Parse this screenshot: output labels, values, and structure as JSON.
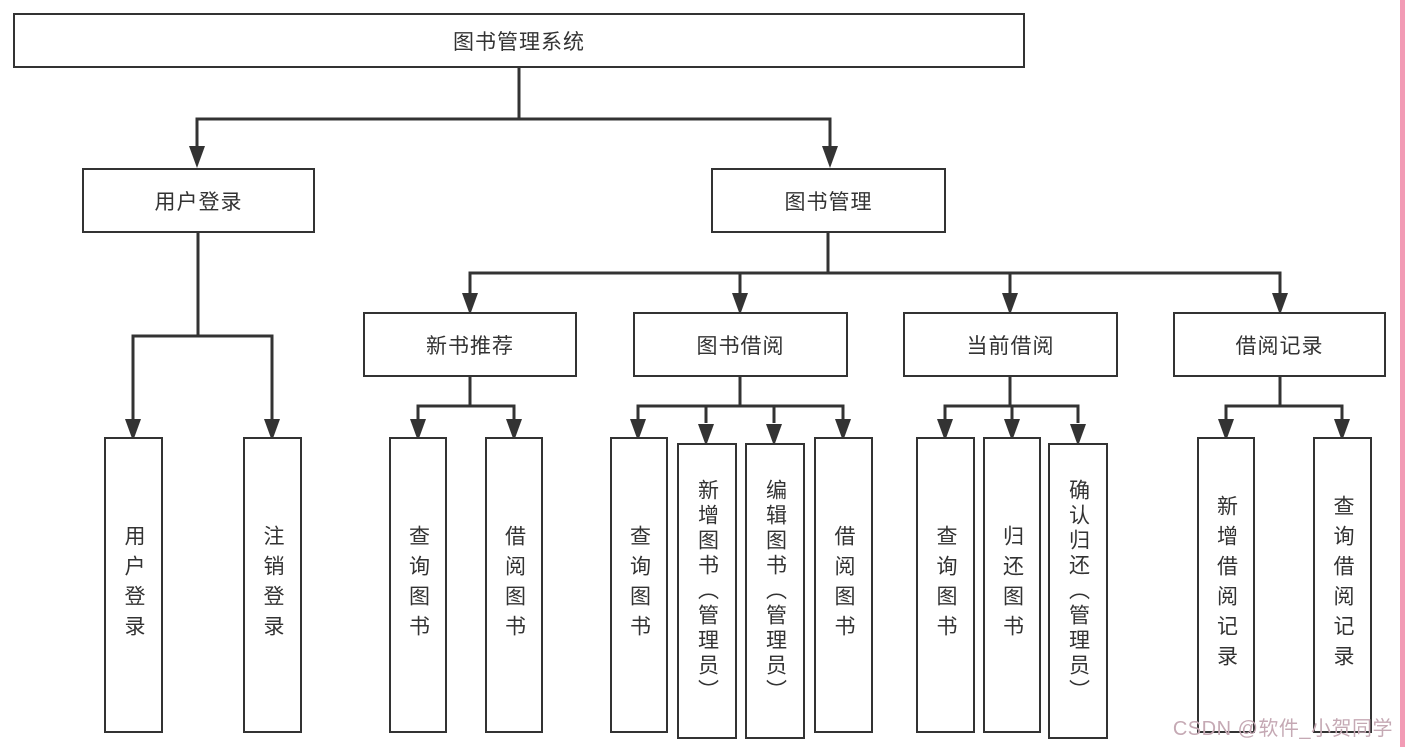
{
  "nodes": {
    "root": "图书管理系统",
    "level1": {
      "user_login": "用户登录",
      "book_management": "图书管理"
    },
    "level2": {
      "new_book": "新书推荐",
      "book_borrow": "图书借阅",
      "current_borrow": "当前借阅",
      "borrow_records": "借阅记录"
    },
    "leaves": {
      "user": [
        "用户登录",
        "注销登录"
      ],
      "new_book": [
        "查询图书",
        "借阅图书"
      ],
      "book_borrow": [
        "查询图书",
        "新增图书（管理员）",
        "编辑图书（管理员）",
        "借阅图书"
      ],
      "current_borrow": [
        "查询图书",
        "归还图书",
        "确认归还（管理员）"
      ],
      "borrow_records": [
        "新增借阅记录",
        "查询借阅记录"
      ]
    }
  },
  "watermark": {
    "text": "CSDN @软件_小贺同学",
    "color": "#c5a9b4"
  },
  "colors": {
    "line": "#333333",
    "box_border": "#333333",
    "text": "#333333",
    "background": "#ffffff",
    "edge_strip": "#f29bb5"
  }
}
